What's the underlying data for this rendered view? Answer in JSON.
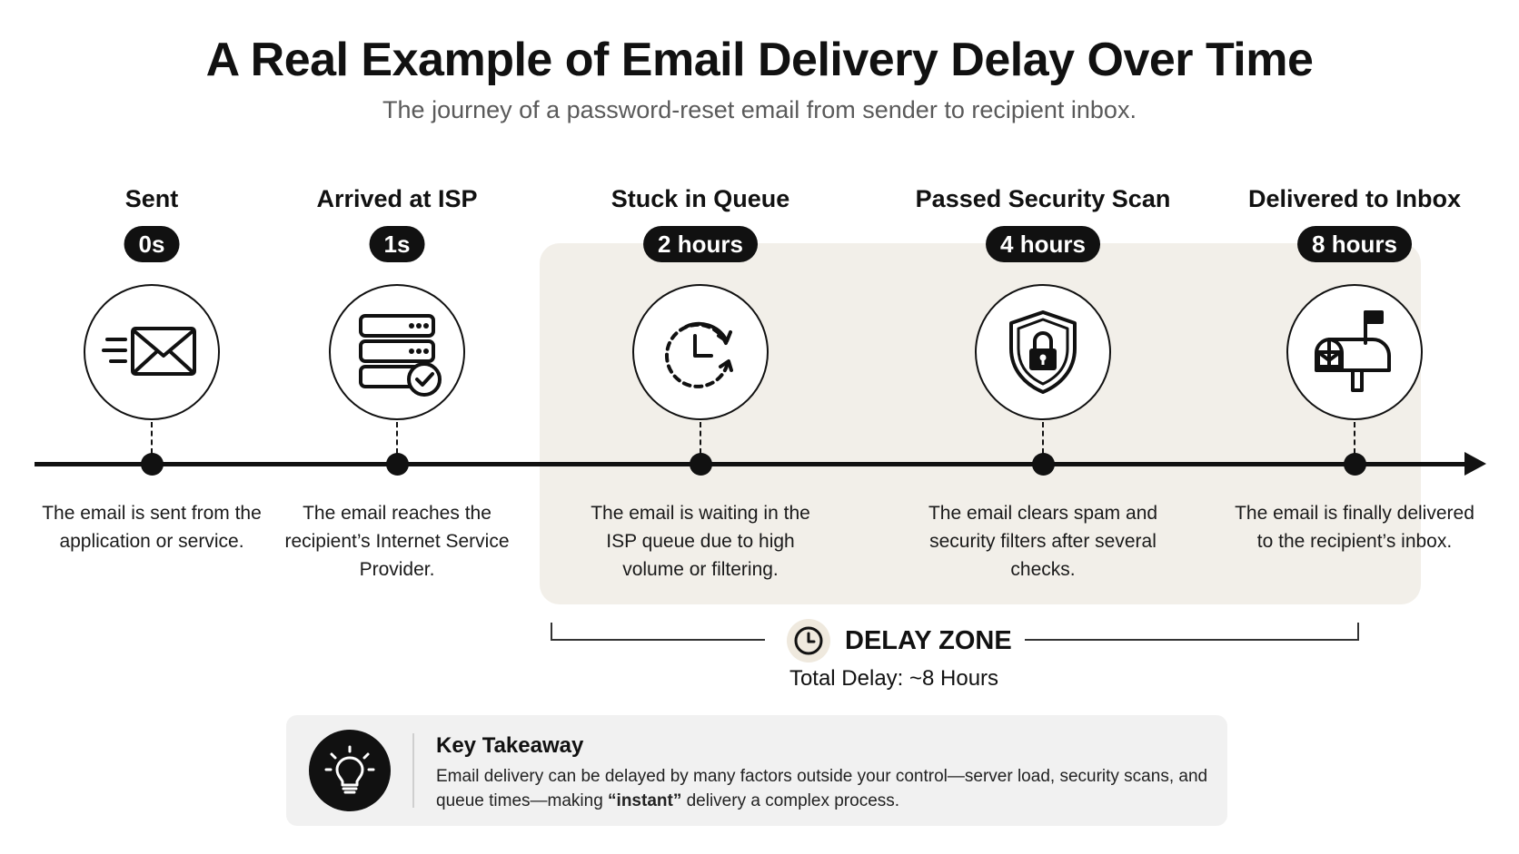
{
  "header": {
    "title": "A Real Example of Email Delivery Delay Over Time",
    "subtitle": "The journey of a password-reset email from sender to recipient inbox."
  },
  "stages": [
    {
      "title": "Sent",
      "time": "0s",
      "icon": "envelope-send-icon",
      "description": "The email is sent from the application or service."
    },
    {
      "title": "Arrived at ISP",
      "time": "1s",
      "icon": "server-check-icon",
      "description": "The email reaches the recipient’s Internet Service Provider."
    },
    {
      "title": "Stuck in Queue",
      "time": "2 hours",
      "icon": "clock-refresh-icon",
      "description": "The email is waiting in the ISP queue due to high volume or filtering."
    },
    {
      "title": "Passed Security Scan",
      "time": "4 hours",
      "icon": "shield-lock-icon",
      "description": "The email clears spam and security filters after several checks."
    },
    {
      "title": "Delivered to Inbox",
      "time": "8 hours",
      "icon": "mailbox-icon",
      "description": "The email is finally delivered to the recipient’s inbox."
    }
  ],
  "delay_zone": {
    "label": "DELAY ZONE",
    "total": "Total Delay: ~8 Hours",
    "icon": "clock-icon",
    "background_color": "#f2efe9"
  },
  "takeaway": {
    "title": "Key Takeaway",
    "text_before": "Email delivery can be delayed by many factors outside your control—server load, security scans, and queue times—making ",
    "text_emphasis": "“instant”",
    "text_after": " delivery a complex process.",
    "icon": "lightbulb-icon"
  }
}
